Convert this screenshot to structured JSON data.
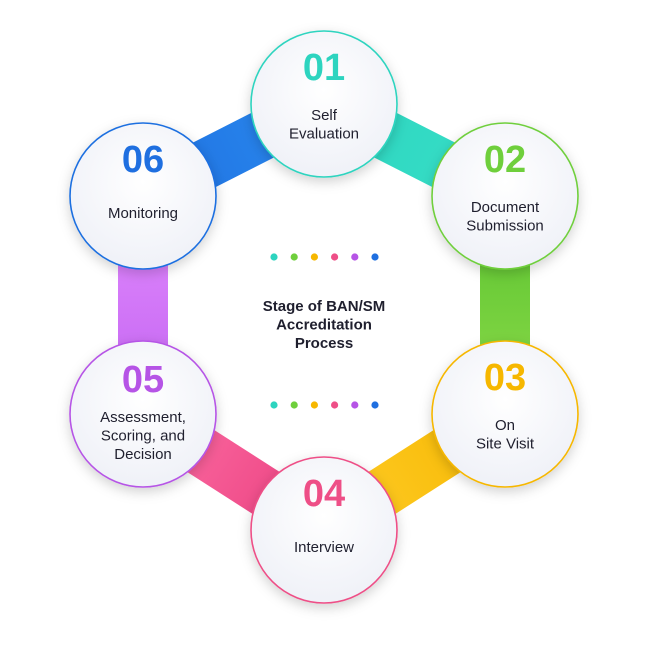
{
  "center": {
    "title_lines": [
      "Stage of BAN/SM",
      "Accreditation",
      "Process"
    ]
  },
  "stages": [
    {
      "number": "01",
      "label_lines": [
        "Self",
        "Evaluation"
      ],
      "color": "#2dd4bf"
    },
    {
      "number": "02",
      "label_lines": [
        "Document",
        "Submission"
      ],
      "color": "#6fcf3c"
    },
    {
      "number": "03",
      "label_lines": [
        "On",
        "Site Visit"
      ],
      "color": "#f6b700"
    },
    {
      "number": "04",
      "label_lines": [
        "Interview"
      ],
      "color": "#ee4f87"
    },
    {
      "number": "05",
      "label_lines": [
        "Assessment,",
        "Scoring, and",
        "Decision"
      ],
      "color": "#b654e6"
    },
    {
      "number": "06",
      "label_lines": [
        "Monitoring"
      ],
      "color": "#1f6fe0"
    }
  ],
  "connectors": [
    {
      "from": "06",
      "to": "01",
      "color_start": "#1f6fe0",
      "color_end": "#2a8cf0"
    },
    {
      "from": "01",
      "to": "02",
      "color_start": "#2dd4bf",
      "color_end": "#38e0c8"
    },
    {
      "from": "02",
      "to": "03",
      "color_start": "#57c22e",
      "color_end": "#8edb4a"
    },
    {
      "from": "03",
      "to": "04",
      "color_start": "#f6b700",
      "color_end": "#ffcd2a"
    },
    {
      "from": "04",
      "to": "05",
      "color_start": "#e83e7d",
      "color_end": "#ff6fa6"
    },
    {
      "from": "05",
      "to": "06",
      "color_start": "#c163f0",
      "color_end": "#e38bff"
    }
  ],
  "dot_colors": [
    "#2dd4bf",
    "#6fcf3c",
    "#f6b700",
    "#ee4f87",
    "#b654e6",
    "#1f6fe0"
  ]
}
